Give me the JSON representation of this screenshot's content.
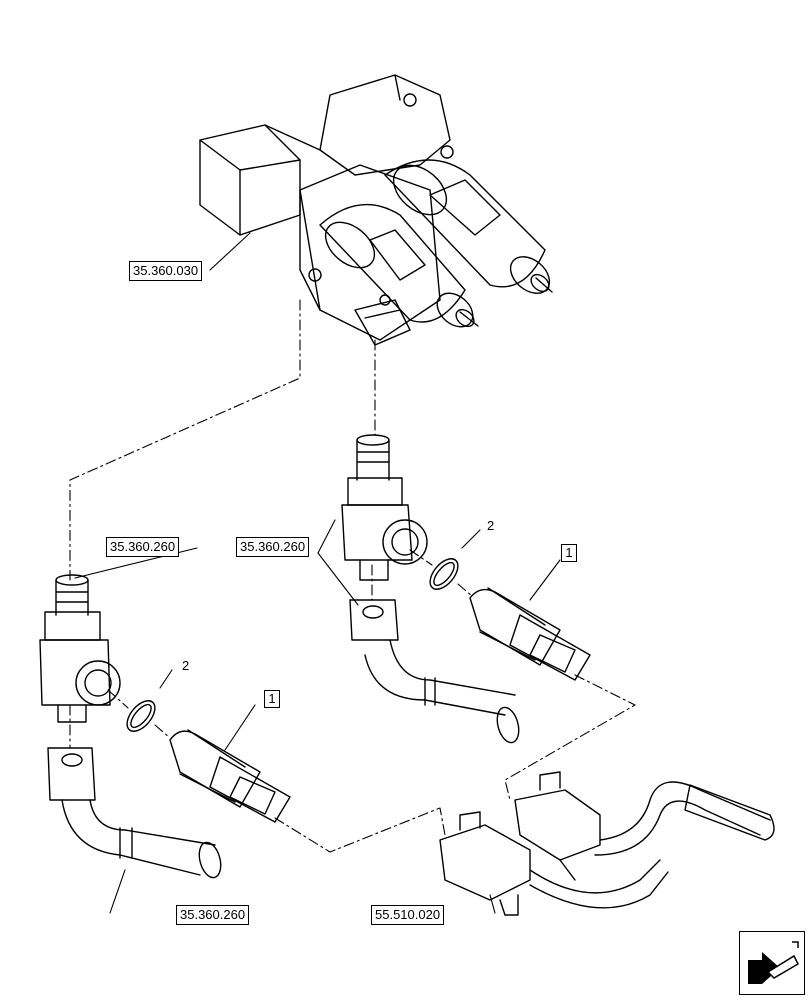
{
  "references": {
    "valve_block": "35.360.030",
    "tee_fitting_right": "35.360.260",
    "tee_fitting_left": "35.360.260",
    "hose_bottom": "35.360.260",
    "harness": "55.510.020"
  },
  "items": {
    "sensor_right": "1",
    "sensor_left": "1",
    "oring_right": "2",
    "oring_left": "2"
  },
  "nav_icon": "arrow-next-page-icon"
}
